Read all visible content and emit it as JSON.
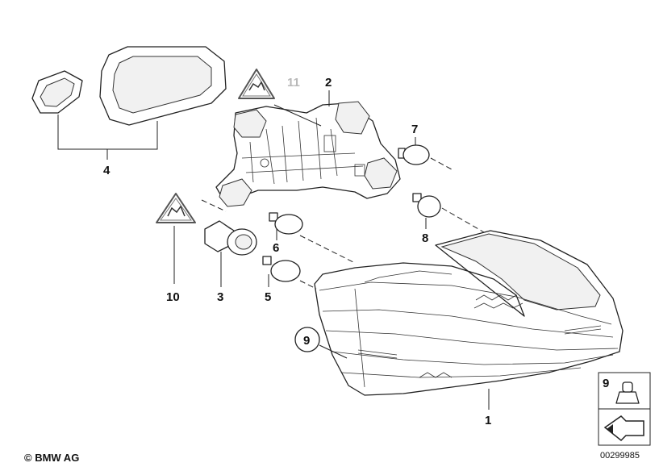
{
  "diagram": {
    "callouts": {
      "c1": "1",
      "c2": "2",
      "c3": "3",
      "c4": "4",
      "c5": "5",
      "c6": "6",
      "c7": "7",
      "c8": "8",
      "c9_circle": "9",
      "c9_inset": "9",
      "c10": "10",
      "c11": "11"
    },
    "copyright": "© BMW AG",
    "reference_number": "00299985",
    "icons": [
      "warning-triangle-icon",
      "orientation-arrow-icon"
    ],
    "colors": {
      "line": "#222222",
      "grey_label": "#b8b8b8",
      "background": "#ffffff"
    }
  }
}
